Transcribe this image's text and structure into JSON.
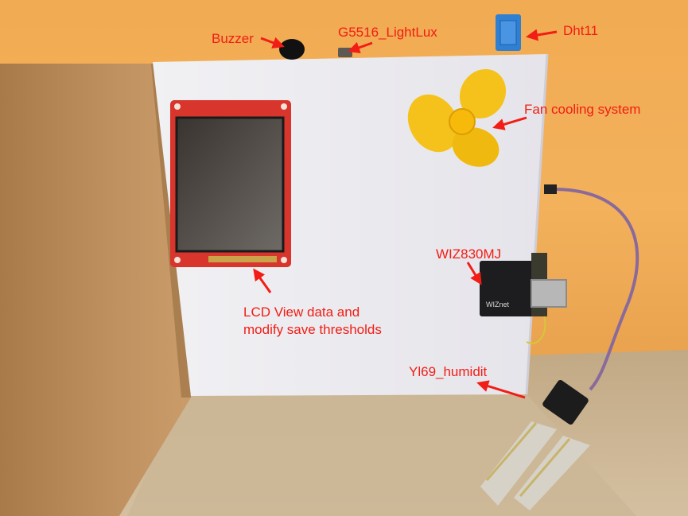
{
  "photo": {
    "labels": {
      "buzzer": "Buzzer",
      "light_sensor": "G5516_LightLux",
      "dht": "Dht11",
      "fan": "Fan cooling system",
      "wiz": "WIZ830MJ",
      "lcd_line1": "LCD View data and",
      "lcd_line2": "modify save thresholds",
      "soil": "Yl69_humidit"
    },
    "module_marking": "WIZnet"
  },
  "colors": {
    "annotation": "#f21d14",
    "wall_orange": "#f1ab52",
    "board": "#ecebef",
    "cardboard": "#b98955",
    "table": "#c9b393",
    "fan_yellow": "#f5c21b",
    "pcb_red": "#d8352c",
    "sensor_blue": "#2f7fd3",
    "wire_purple": "#8a6a9a"
  }
}
